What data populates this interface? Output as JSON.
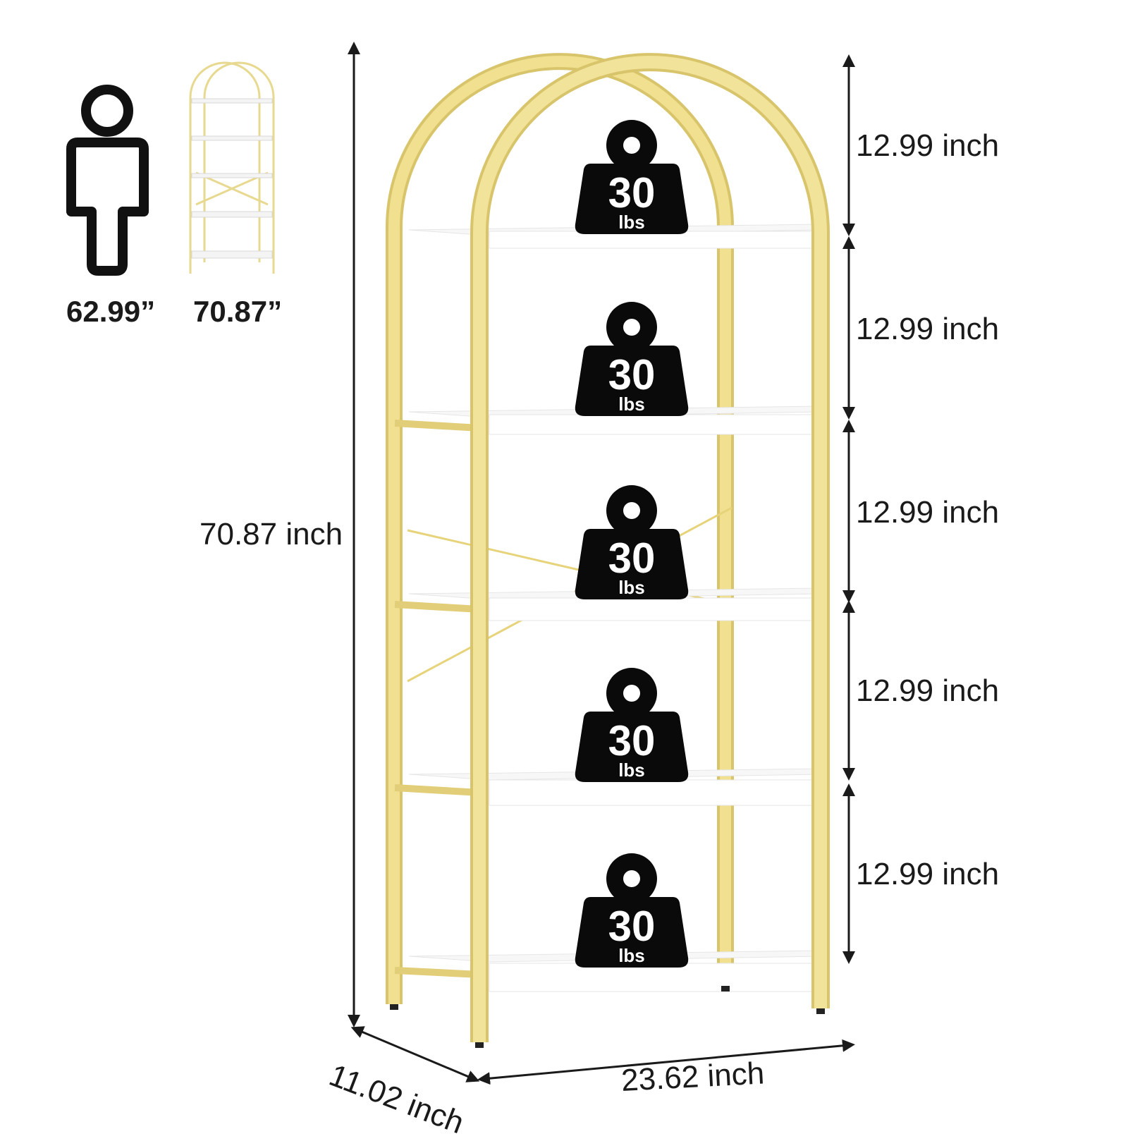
{
  "comparison": {
    "person_height": "62.99”",
    "shelf_height": "70.87”"
  },
  "dimensions": {
    "total_height": "70.87 inch",
    "depth": "11.02 inch",
    "width": "23.62 inch",
    "tier_spacing": [
      "12.99 inch",
      "12.99 inch",
      "12.99 inch",
      "12.99 inch",
      "12.99 inch"
    ]
  },
  "load_capacity": {
    "value": "30",
    "unit": "lbs",
    "shelf_count": 5
  },
  "colors": {
    "frame_gold": "#f0e08f",
    "frame_gold_dark": "#d8c46a",
    "shelf_white": "#ffffff",
    "shelf_edge": "#e6e6e6",
    "weight_black": "#0a0a0a",
    "text": "#1a1a1a"
  }
}
